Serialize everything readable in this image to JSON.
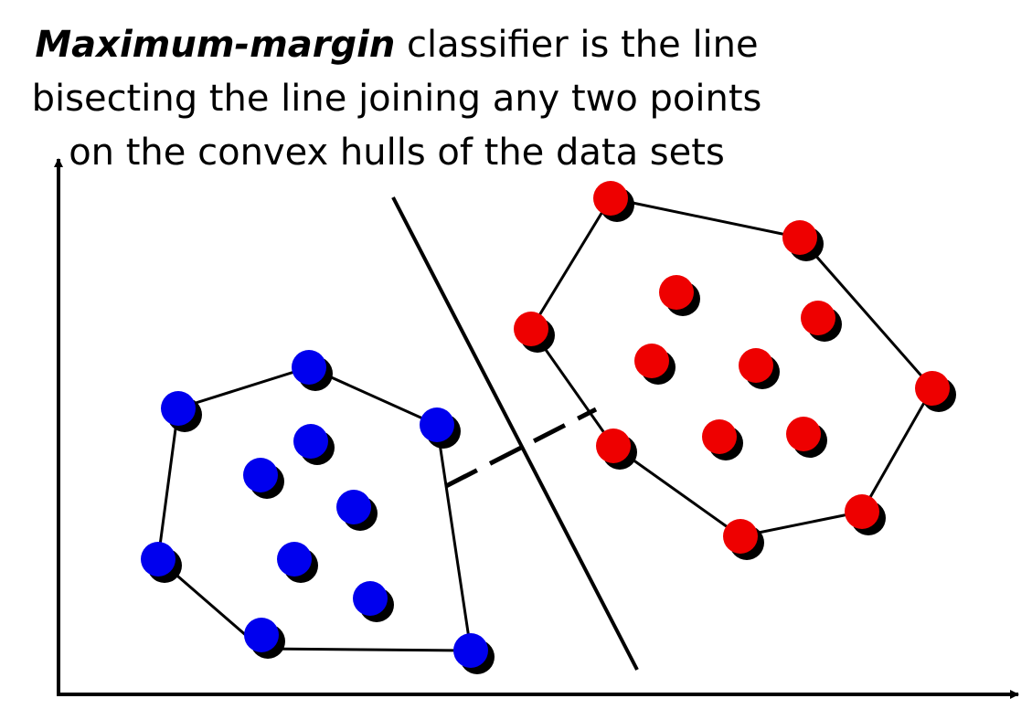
{
  "title": {
    "emphasis": "Maximum-margin",
    "line1_rest": " classifier is the line",
    "line2": "bisecting the line joining any two points",
    "line3": "on the convex hulls of the data sets"
  },
  "colors": {
    "background": "#ffffff",
    "ink": "#000000",
    "class_blue": "#0000ee",
    "class_red": "#ee0000",
    "shadow": "#000000"
  }
}
